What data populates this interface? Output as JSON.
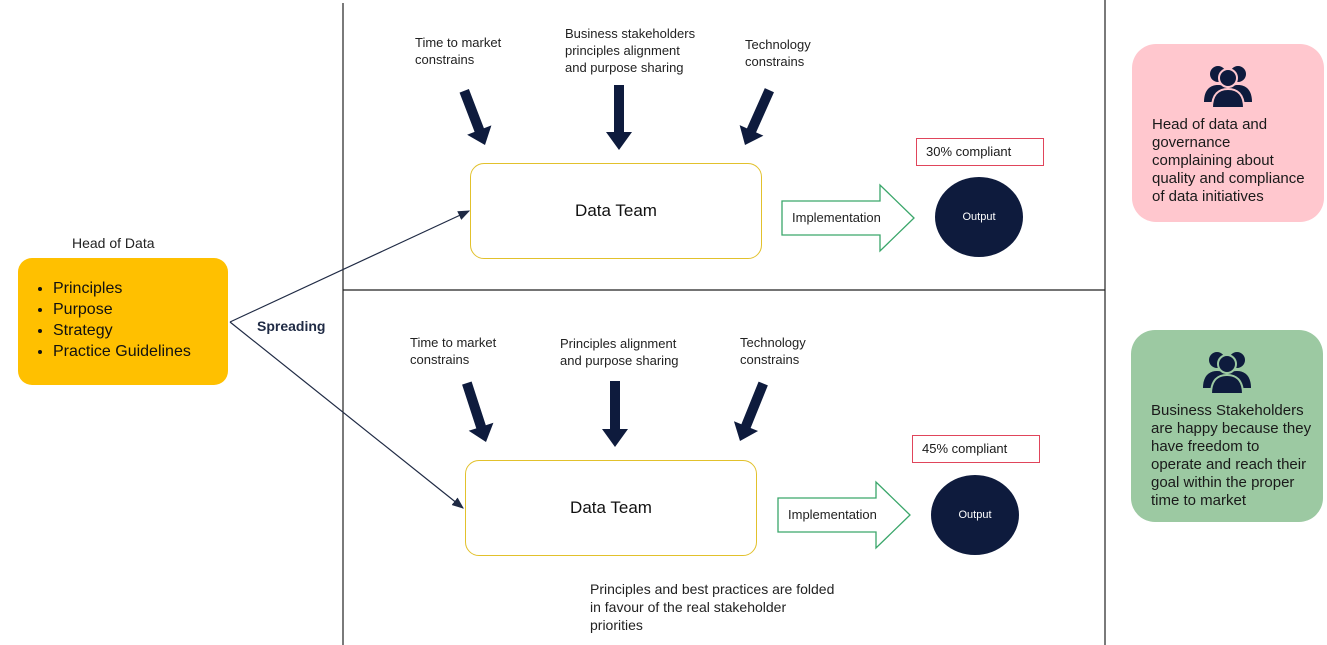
{
  "head_of_data": {
    "title": "Head of Data",
    "items": [
      "Principles",
      "Purpose",
      "Strategy",
      "Practice Guidelines"
    ]
  },
  "spreading_label": "Spreading",
  "top_scenario": {
    "constraint_left": "Time to market\nconstrains",
    "constraint_middle": "Business stakeholders\nprinciples alignment\nand purpose sharing",
    "constraint_right": "Technology\nconstrains",
    "team": "Data Team",
    "implementation": "Implementation",
    "compliance": "30% compliant",
    "output": "Output"
  },
  "bottom_scenario": {
    "constraint_left": "Time to market\nconstrains",
    "constraint_middle": "Principles alignment\nand purpose sharing",
    "constraint_right": "Technology\nconstrains",
    "team": "Data Team",
    "implementation": "Implementation",
    "compliance": "45% compliant",
    "output": "Output",
    "note": "Principles and best practices are folded\nin favour of the real stakeholder\npriorities"
  },
  "cards": {
    "pink": {
      "icon": "users-icon",
      "text": "Head of data and governance complaining about quality and compliance of data initiatives",
      "color": "#ffc7ce"
    },
    "green": {
      "icon": "users-icon",
      "text": "Business Stakeholders are happy because they have freedom to operate and reach their goal within the proper time to market",
      "color": "#9cc9a2"
    }
  },
  "colors": {
    "head_of_data_box": "#ffc000",
    "arrow_navy": "#0e1b3d",
    "implementation_arrow": "#3aa66a",
    "compliance_border": "#e0455b",
    "team_border": "#e2c12c"
  }
}
